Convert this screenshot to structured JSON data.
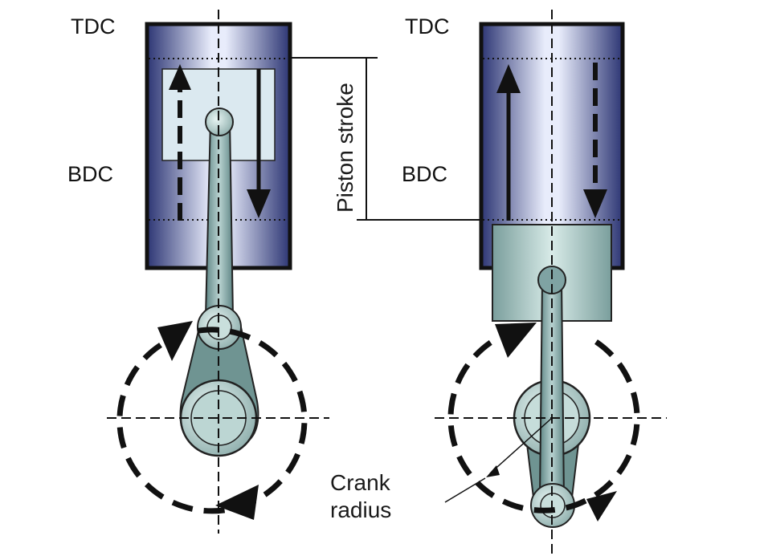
{
  "labels": {
    "left_tdc": "TDC",
    "left_bdc": "BDC",
    "right_tdc": "TDC",
    "right_bdc": "BDC",
    "piston_stroke": "Piston stroke",
    "crank_line1": "Crank",
    "crank_line2": "radius"
  },
  "colors": {
    "cylinder_dark": "#2e3a78",
    "cylinder_light": "#e6eaf8",
    "piston_fill": "#b9d3d0",
    "rod_fill": "#7fa3a3",
    "outline": "#111111"
  }
}
